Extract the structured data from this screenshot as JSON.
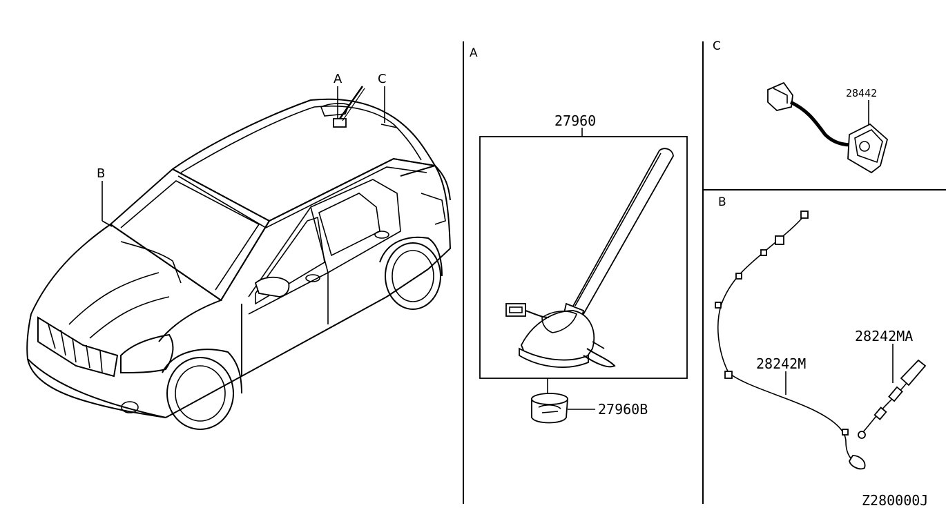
{
  "callouts": {
    "car_a": "A",
    "car_b": "B",
    "car_c": "C"
  },
  "sections": {
    "a": "A",
    "b": "B",
    "c": "C"
  },
  "parts": {
    "antenna_assembly": "27960",
    "antenna_base": "27960B",
    "gps_antenna": "28442",
    "feeder_main": "28242M",
    "feeder_sub": "28242MA"
  },
  "diagram_code": "Z280000J"
}
